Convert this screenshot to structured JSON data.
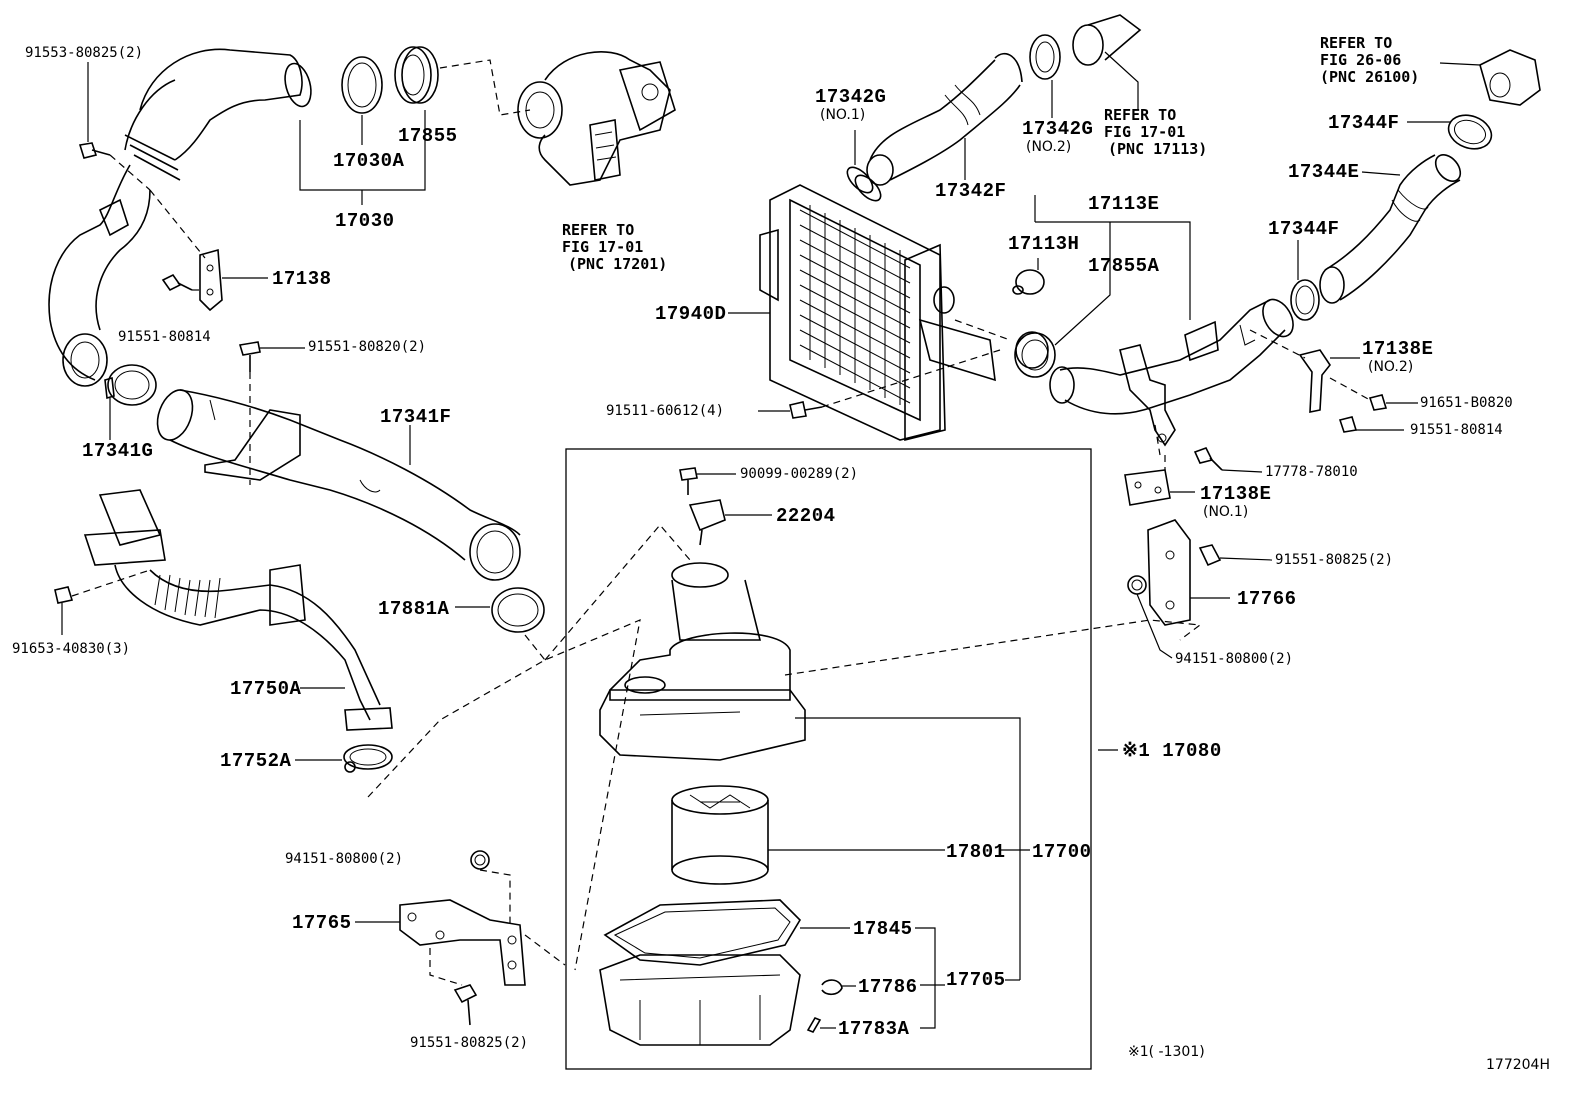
{
  "diagram": {
    "labels": {
      "p91553_80825": "91553-80825(2)",
      "p17855": "17855",
      "p17030A": "17030A",
      "p17030": "17030",
      "p17138": "17138",
      "p91551_80814a": "91551-80814",
      "p91551_80820": "91551-80820(2)",
      "p17341G": "17341G",
      "p17341F": "17341F",
      "p91653_40830": "91653-40830(3)",
      "p17881A": "17881A",
      "p17750A": "17750A",
      "p17752A": "17752A",
      "p17342G1": "17342G",
      "p17342G1sub": "(NO.1)",
      "p17342G2": "17342G",
      "p17342G2sub": "(NO.2)",
      "p17342F": "17342F",
      "p17940D": "17940D",
      "p91511_60612": "91511-60612(4)",
      "p17113E": "17113E",
      "p17113H": "17113H",
      "p17855A": "17855A",
      "p17344F1": "17344F",
      "p17344E": "17344E",
      "p17344F2": "17344F",
      "p17138E2": "17138E",
      "p17138E2sub": "(NO.2)",
      "p91651_B0820": "91651-B0820",
      "p91551_80814b": "91551-80814",
      "p17778_78010": "17778-78010",
      "p17138E1": "17138E",
      "p17138E1sub": "(NO.1)",
      "p91551_80825r": "91551-80825(2)",
      "p17766": "17766",
      "p94151_80800r": "94151-80800(2)",
      "p90099_00289": "90099-00289(2)",
      "p22204": "22204",
      "p17080": "※1 17080",
      "p17801": "17801",
      "p17700": "17700",
      "p94151_80800l": "94151-80800(2)",
      "p17765": "17765",
      "p17845": "17845",
      "p17786": "17786",
      "p17705": "17705",
      "p17783A": "17783A",
      "p91551_80825b": "91551-80825(2)"
    },
    "refers": {
      "turbo": [
        "REFER TO",
        "FIG 17-01",
        "(PNC 17201)"
      ],
      "pipe": [
        "REFER TO",
        "FIG 17-01",
        "(PNC 17113)"
      ],
      "throttle": [
        "REFER TO",
        "FIG 26-06",
        "(PNC 26100)"
      ]
    },
    "footnote": "※1(     -1301)",
    "figure_id": "177204H"
  }
}
